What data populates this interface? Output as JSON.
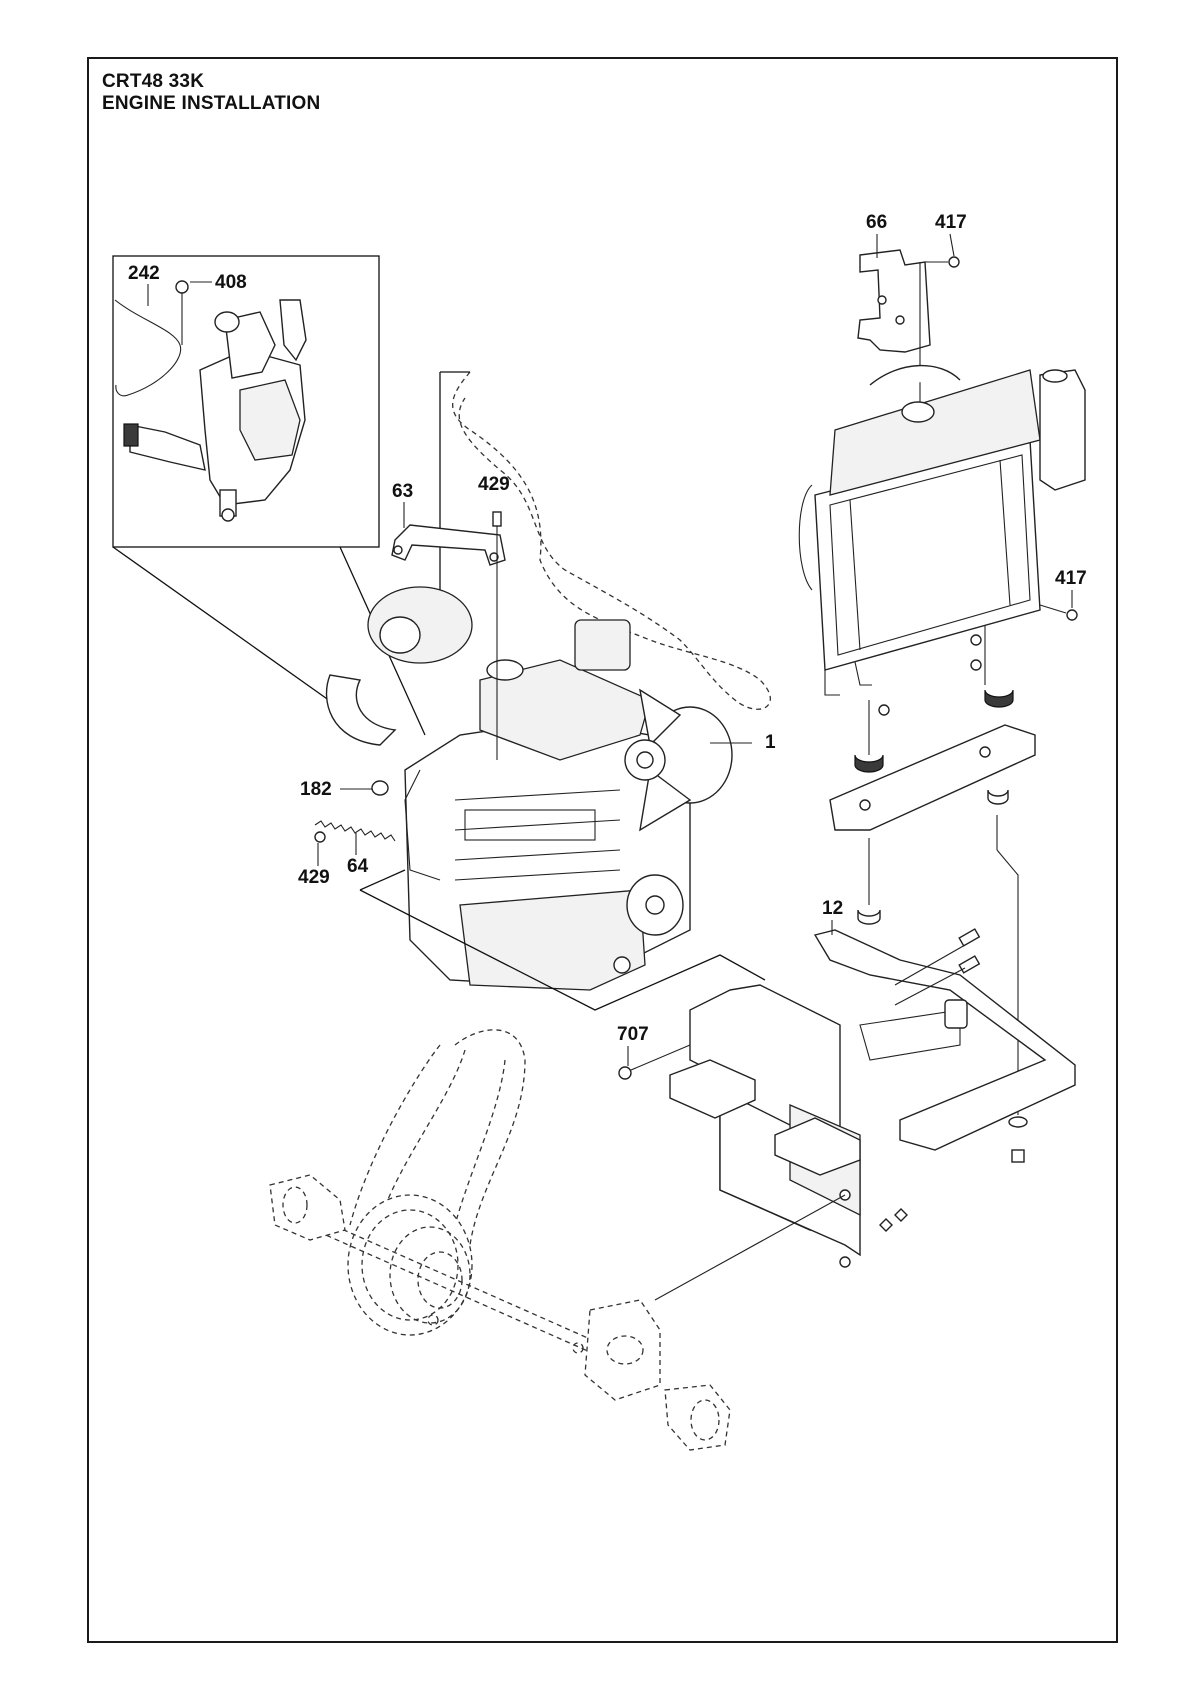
{
  "title": {
    "model": "CRT48 33K",
    "section": "ENGINE INSTALLATION"
  },
  "callouts": {
    "c1": "1",
    "c12": "12",
    "c63": "63",
    "c64": "64",
    "c66": "66",
    "c182": "182",
    "c242": "242",
    "c408": "408",
    "c417_top": "417",
    "c417_side": "417",
    "c429_top": "429",
    "c429_bottom": "429",
    "c707": "707"
  }
}
